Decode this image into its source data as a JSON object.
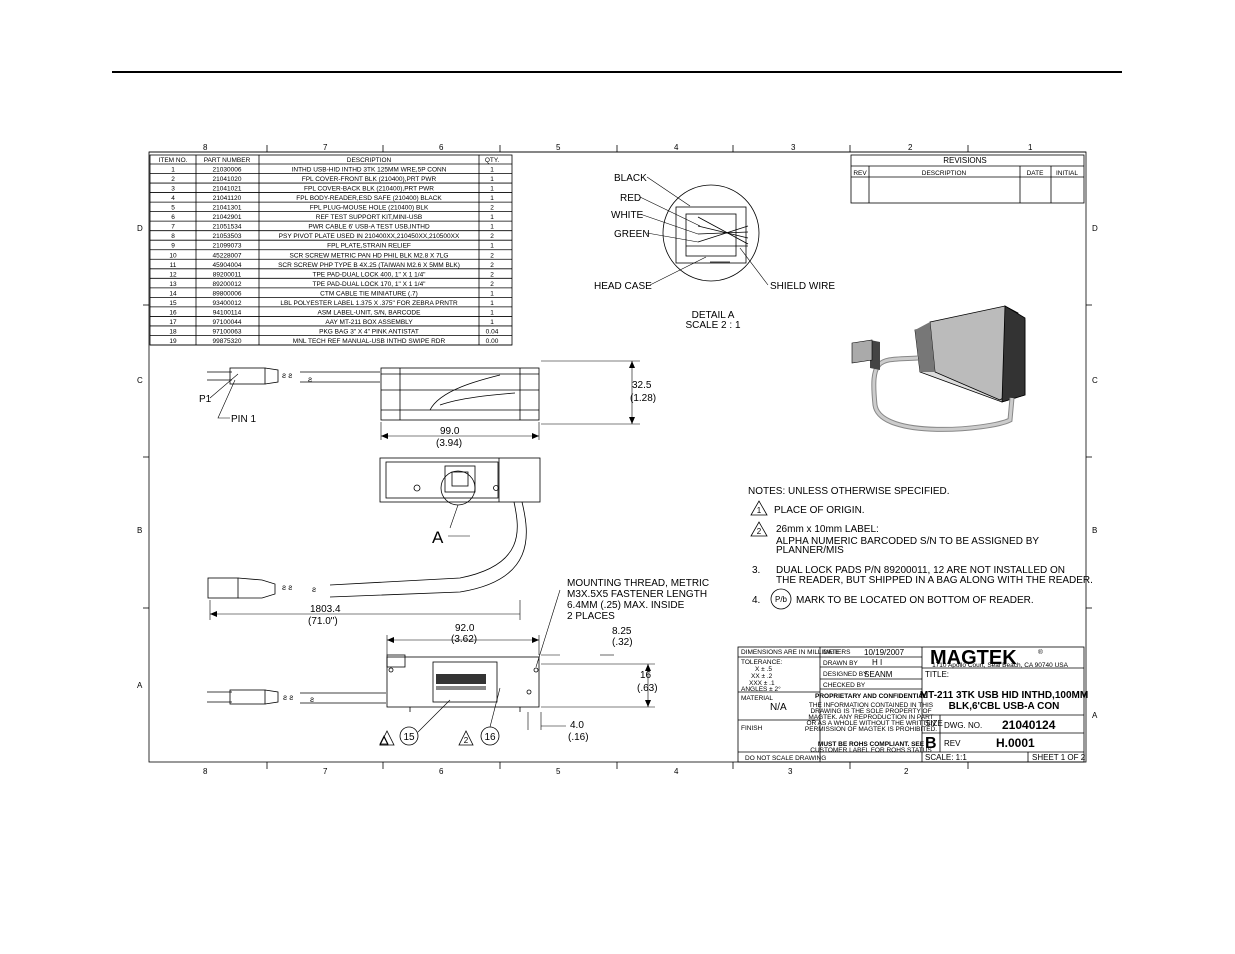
{
  "zones": {
    "top": [
      "8",
      "7",
      "6",
      "5",
      "4",
      "3",
      "2",
      "1"
    ],
    "bottom": [
      "8",
      "7",
      "6",
      "5",
      "4",
      "3",
      "2"
    ],
    "left": [
      "D",
      "C",
      "B",
      "A"
    ],
    "right": [
      "D",
      "C",
      "B",
      "A"
    ]
  },
  "bom": {
    "headers": [
      "ITEM NO.",
      "PART NUMBER",
      "DESCRIPTION",
      "QTY."
    ],
    "rows": [
      [
        "1",
        "21030006",
        "INTHD USB-HID INTHD 3TK 125MM WRE,5P CONN",
        "1"
      ],
      [
        "2",
        "21041020",
        "FPL COVER-FRONT BLK (210400),PRT PWR",
        "1"
      ],
      [
        "3",
        "21041021",
        "FPL COVER-BACK BLK (210400),PRT PWR",
        "1"
      ],
      [
        "4",
        "21041120",
        "FPL BODY-READER,ESD SAFE (210400) BLACK",
        "1"
      ],
      [
        "5",
        "21041301",
        "FPL PLUG-MOUSE HOLE (210400) BLK",
        "2"
      ],
      [
        "6",
        "21042901",
        "REF TEST SUPPORT KIT,MINI-USB",
        "1"
      ],
      [
        "7",
        "21051534",
        "PWR CABLE 6' USB-A TEST USB,INTHD",
        "1"
      ],
      [
        "8",
        "21053503",
        "PSY PIVOT PLATE USED IN 210400XX,210450XX,210500XX",
        "2"
      ],
      [
        "9",
        "21099073",
        "FPL PLATE,STRAIN RELIEF",
        "1"
      ],
      [
        "10",
        "45228007",
        "SCR SCREW METRIC PAN HD PHIL BLK M2.8 X 7LG",
        "2"
      ],
      [
        "11",
        "45904004",
        "SCR SCREW PHP TYPE B 4X.25 (TAIWAN M2.6 X 5MM BLK)",
        "2"
      ],
      [
        "12",
        "89200011",
        "TPE PAD-DUAL LOCK 400, 1\" X 1 1/4\"",
        "2"
      ],
      [
        "13",
        "89200012",
        "TPE PAD-DUAL LOCK 170, 1\" X 1 1/4\"",
        "2"
      ],
      [
        "14",
        "89800006",
        "CTM CABLE TIE MINIATURE (.7)",
        "1"
      ],
      [
        "15",
        "93400012",
        "LBL POLYESTER LABEL 1.375 X .375\" FOR ZEBRA PRNTR",
        "1"
      ],
      [
        "16",
        "94100114",
        "ASM LABEL-UNIT, S/N, BARCODE",
        "1"
      ],
      [
        "17",
        "97100044",
        "AAY MT-211 BOX  ASSEMBLY",
        "1"
      ],
      [
        "18",
        "97100063",
        "PKG BAG 3\" X 4\" PINK ANTISTAT",
        "0.04"
      ],
      [
        "19",
        "99875320",
        "MNL TECH REF MANUAL-USB INTHD SWIPE RDR",
        "0.00"
      ]
    ]
  },
  "revisions": {
    "title": "REVISIONS",
    "headers": [
      "REV",
      "DESCRIPTION",
      "DATE",
      "INITIAL"
    ]
  },
  "detail": {
    "wires": [
      "BLACK",
      "RED",
      "WHITE",
      "GREEN"
    ],
    "head_case": "HEAD CASE",
    "shield_wire": "SHIELD WIRE",
    "title": "DETAIL A",
    "scale": "SCALE 2 : 1"
  },
  "views": {
    "p1": "P1",
    "pin1": "PIN 1",
    "height_mm": "32.5",
    "height_in": "(1.28)",
    "width_mm": "99.0",
    "width_in": "(3.94)",
    "detail_ref": "A",
    "cable_mm": "1803.4",
    "cable_in": "(71.0\")",
    "side_len_mm": "92.0",
    "side_len_in": "(3.62)",
    "d825_mm": "8.25",
    "d825_in": "(.32)",
    "d16_mm": "16",
    "d16_in": "(.63)",
    "d40_mm": "4.0",
    "d40_in": "(.16)",
    "callout_15": "15",
    "callout_16": "16",
    "mount_note": [
      "MOUNTING THREAD, METRIC",
      "M3X.5X5 FASTENER LENGTH",
      "6.4MM (.25) MAX. INSIDE",
      "2 PLACES"
    ]
  },
  "notes": {
    "title": "NOTES: UNLESS OTHERWISE SPECIFIED.",
    "n1": "PLACE OF ORIGIN.",
    "n1_mark": "1",
    "n2_mark": "2",
    "n2": [
      "26mm x 10mm LABEL:",
      "ALPHA NUMERIC BARCODED S/N TO BE ASSIGNED BY",
      "PLANNER/MIS"
    ],
    "n3_num": "3.",
    "n3": [
      "DUAL LOCK PADS P/N 89200011, 12  ARE NOT INSTALLED ON",
      "THE READER, BUT SHIPPED IN A BAG ALONG WITH THE READER."
    ],
    "n4_num": "4.",
    "n4_mark": "P/b",
    "n4": "MARK TO BE LOCATED ON BOTTOM OF READER."
  },
  "title_block": {
    "dims_label": "DIMENSIONS ARE IN MILLIMETERS",
    "tolerance": "TOLERANCE:",
    "tol_x": "X   ± .5",
    "tol_xx": "XX  ± .2",
    "tol_xxx": "XXX  ± .1",
    "tol_ang": "ANGLES ± 2°",
    "date_label": "DATE",
    "date": "10/19/2007",
    "drawn_label": "DRAWN BY",
    "drawn": "H I",
    "designed_label": "DESIGNED BY",
    "designed": "SEANM",
    "checked_label": "CHECKED BY",
    "material_label": "MATERIAL",
    "material": "N/A",
    "finish_label": "FINISH",
    "proprietary_title": "PROPRIETARY AND CONFIDENTIAL",
    "proprietary_text": [
      "THE INFORMATION CONTAINED IN THIS",
      "DRAWING IS THE SOLE PROPERTY OF",
      "MAGTEK. ANY REPRODUCTION IN PART",
      "OR AS A WHOLE WITHOUT THE WRITTEN",
      "PERMISSION OF MAGTEK IS PROHIBITED."
    ],
    "rohs": "MUST BE ROHS COMPLIANT. SEE",
    "rohs2": "CUSTOMER LABEL FOR ROHS STATUS",
    "no_scale": "DO NOT SCALE DRAWING",
    "logo": "MAGTEK",
    "logo_reg": "®",
    "logo_sub": "1710 Apollo Court, Seal Beach, CA 90740 USA",
    "title_label": "TITLE:",
    "title_l1": "MT-211 3TK USB HID INTHD,100MM",
    "title_l2": "BLK,6'CBL USB-A CON",
    "size_label": "SIZE",
    "size": "B",
    "dwg_label": "DWG.  NO.",
    "dwg_no": "21040124",
    "rev_label": "REV",
    "rev": "H.0001",
    "scale": "SCALE: 1:1",
    "sheet": "SHEET 1 OF 2"
  },
  "colors": {
    "line": "#000000",
    "cable": "#bbbbbb",
    "paper": "#ffffff"
  }
}
